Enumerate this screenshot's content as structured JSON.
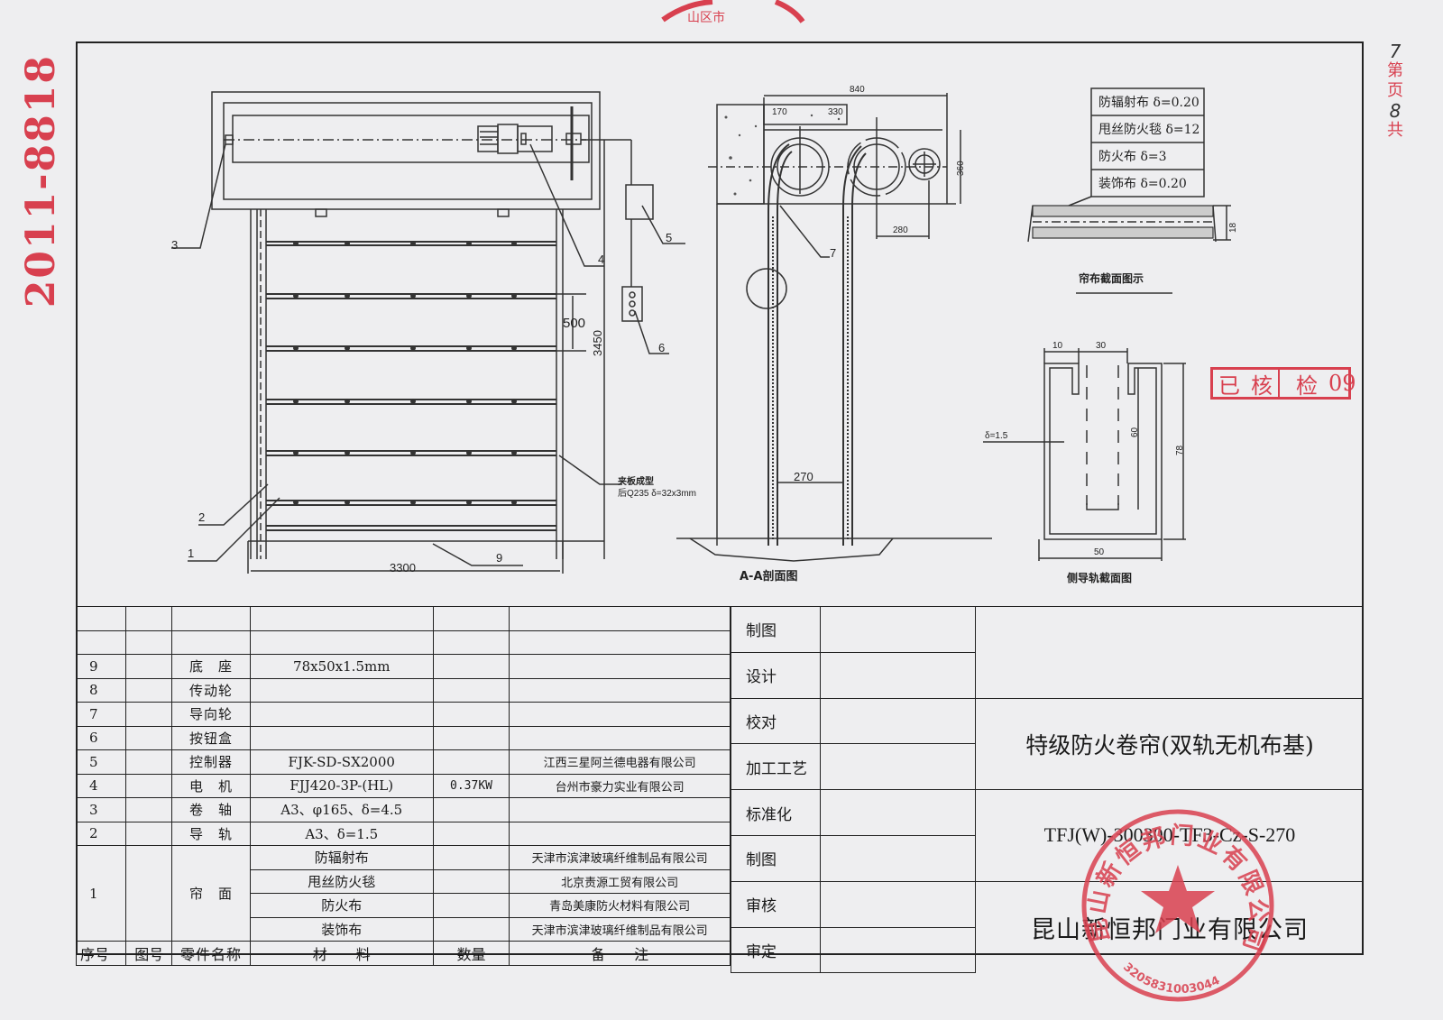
{
  "margin_stamp": {
    "registration_no": "2011-8818",
    "color": "#d8404f"
  },
  "page_marker": {
    "prefix_total": "共",
    "total": "8",
    "page_unit_1": "页",
    "prefix_no": "第",
    "page_no": "7",
    "page_unit_2": "页"
  },
  "inspection_stamp": {
    "parts": [
      "已",
      "核",
      "检",
      "09"
    ],
    "color": "#d8404f"
  },
  "front_view": {
    "leaders": [
      "1",
      "2",
      "3",
      "4",
      "5",
      "6",
      "9"
    ],
    "dim_width": "3300",
    "dim_height": "3450",
    "dim_spacing": "500",
    "note_line1": "夹板成型",
    "note_line2": "后Q235 δ=32x3mm"
  },
  "section_aa": {
    "caption": "A-A剖面图",
    "dim_total": "840",
    "dim_170": "170",
    "dim_330": "330",
    "dim_360": "360",
    "dim_280": "280",
    "dim_270": "270",
    "leader": "7"
  },
  "curtain_section": {
    "caption": "帘布截面图示",
    "layers": [
      {
        "name": "防辐射布",
        "thickness": "δ=0.20"
      },
      {
        "name": "甩丝防火毯",
        "thickness": "δ=12"
      },
      {
        "name": "防火布",
        "thickness": "δ=3"
      },
      {
        "name": "装饰布",
        "thickness": "δ=0.20"
      }
    ],
    "dim_total": "18"
  },
  "rail_section": {
    "caption": "侧导轨截面图",
    "dim_10": "10",
    "dim_30": "30",
    "dim_thickness": "δ=1.5",
    "dim_60": "60",
    "dim_78": "78",
    "dim_50": "50"
  },
  "parts_table": {
    "header": [
      "序号",
      "图号",
      "零件名称",
      "材　　料",
      "数量",
      "备　　注"
    ],
    "rows": [
      {
        "no": "",
        "drawing": "",
        "name": "",
        "material": "",
        "qty": "",
        "remark": ""
      },
      {
        "no": "",
        "drawing": "",
        "name": "",
        "material": "",
        "qty": "",
        "remark": ""
      },
      {
        "no": "9",
        "drawing": "",
        "name": "底　座",
        "material": "78x50x1.5mm",
        "qty": "",
        "remark": ""
      },
      {
        "no": "8",
        "drawing": "",
        "name": "传动轮",
        "material": "",
        "qty": "",
        "remark": ""
      },
      {
        "no": "7",
        "drawing": "",
        "name": "导向轮",
        "material": "",
        "qty": "",
        "remark": ""
      },
      {
        "no": "6",
        "drawing": "",
        "name": "按钮盒",
        "material": "",
        "qty": "",
        "remark": ""
      },
      {
        "no": "5",
        "drawing": "",
        "name": "控制器",
        "material": "FJK-SD-SX2000",
        "qty": "",
        "remark": "江西三星阿兰德电器有限公司"
      },
      {
        "no": "4",
        "drawing": "",
        "name": "电　机",
        "material": "FJJ420-3P-(HL)",
        "qty": "0.37KW",
        "remark": "台州市豪力实业有限公司"
      },
      {
        "no": "3",
        "drawing": "",
        "name": "卷　轴",
        "material": "A3、φ165、δ=4.5",
        "qty": "",
        "remark": ""
      },
      {
        "no": "2",
        "drawing": "",
        "name": "导　轨",
        "material": "A3、δ=1.5",
        "qty": "",
        "remark": ""
      }
    ],
    "curtain_row": {
      "no": "1",
      "name": "帘　面",
      "materials": [
        {
          "material": "防辐射布",
          "remark": "天津市滨津玻璃纤维制品有限公司"
        },
        {
          "material": "甩丝防火毯",
          "remark": "北京责源工贸有限公司"
        },
        {
          "material": "防火布",
          "remark": "青岛美康防火材料有限公司"
        },
        {
          "material": "装饰布",
          "remark": "天津市滨津玻璃纤维制品有限公司"
        }
      ]
    }
  },
  "signoff": [
    {
      "label": "制图",
      "value": ""
    },
    {
      "label": "设计",
      "value": ""
    },
    {
      "label": "校对",
      "value": ""
    },
    {
      "label": "加工工艺",
      "value": ""
    },
    {
      "label": "标准化",
      "value": ""
    },
    {
      "label": "制图",
      "value": ""
    },
    {
      "label": "审核",
      "value": ""
    },
    {
      "label": "审定",
      "value": ""
    }
  ],
  "title_block": {
    "product_name": "特级防火卷帘(双轨无机布基)",
    "model_no": "TFJ(W)-300300-TF3-Cz-S-270",
    "company": "昆山新恒邦门业有限公司"
  },
  "company_seal": {
    "text": "昆山新恒邦门业有限公司",
    "code": "3205831003044",
    "color": "#d8404f"
  }
}
